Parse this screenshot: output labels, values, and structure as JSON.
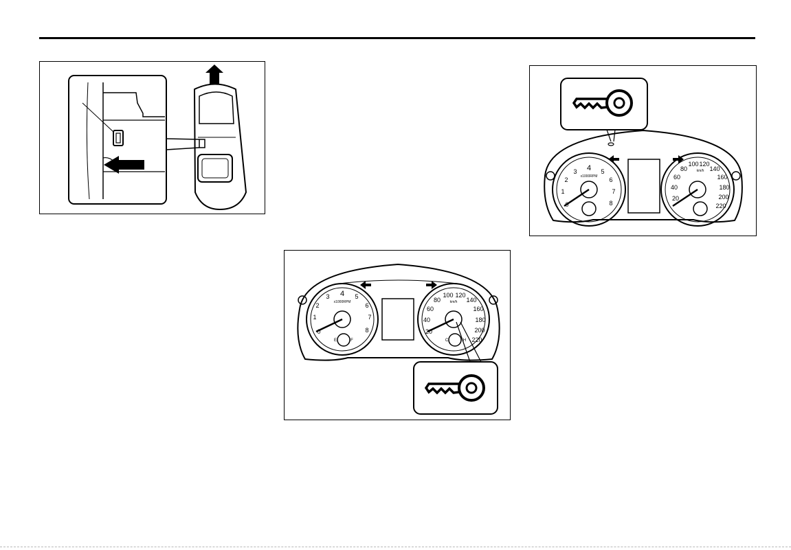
{
  "figures": {
    "remote": {
      "icons": [
        "hand-remote-icon",
        "release-switch-icon",
        "arrow-up-icon",
        "arrow-left-icon"
      ]
    },
    "cluster_bottom": {
      "tachometer": {
        "ticks": [
          "0",
          "1",
          "2",
          "3",
          "4",
          "5",
          "6",
          "7",
          "8"
        ],
        "unit": "x1000RPM",
        "fuel_labels": [
          "E",
          "F"
        ]
      },
      "speedometer": {
        "ticks": [
          "20",
          "40",
          "60",
          "80",
          "100",
          "120",
          "140",
          "160",
          "180",
          "200",
          "220"
        ],
        "unit": "km/h",
        "temp_labels": [
          "C",
          "H"
        ]
      },
      "callout_icon": "key-icon"
    },
    "cluster_top": {
      "tachometer": {
        "ticks": [
          "0",
          "1",
          "2",
          "3",
          "4",
          "5",
          "6",
          "7",
          "8"
        ],
        "unit": "x1000RPM"
      },
      "speedometer": {
        "ticks": [
          "20",
          "40",
          "60",
          "80",
          "100",
          "120",
          "140",
          "160",
          "180",
          "200",
          "220"
        ],
        "unit": "km/h"
      },
      "callout_icon": "key-icon"
    }
  },
  "colors": {
    "line": "#000000",
    "background": "#ffffff",
    "rule_dashed": "#b8b8b8"
  }
}
